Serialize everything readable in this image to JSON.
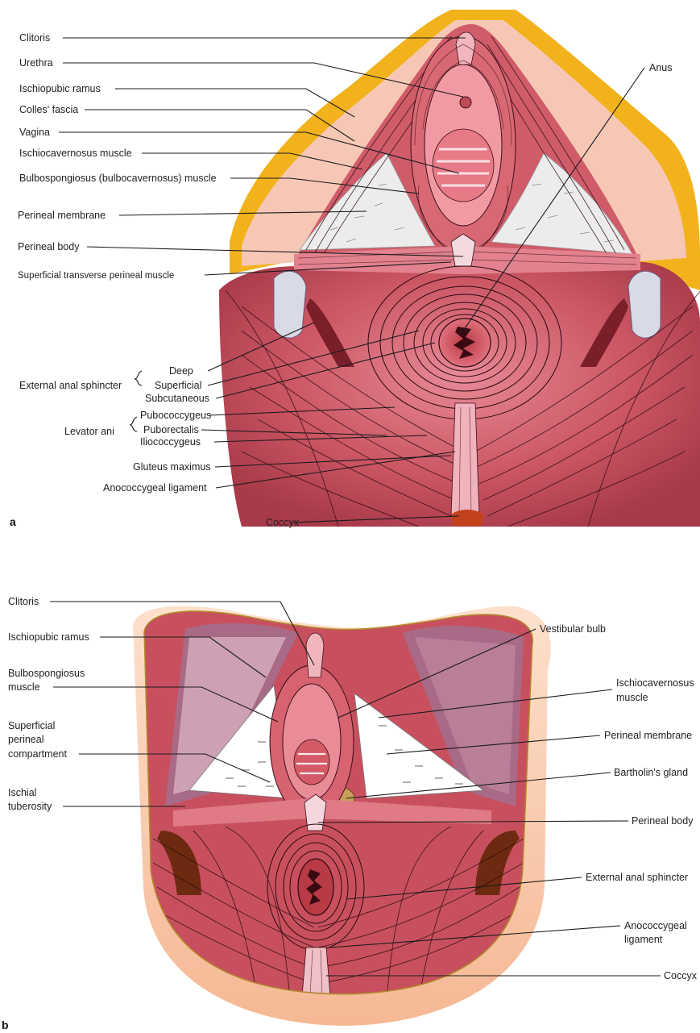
{
  "panel_a": {
    "letter": "a",
    "labels": {
      "clitoris": "Clitoris",
      "urethra": "Urethra",
      "ischiopubic_ramus": "Ischiopubic ramus",
      "colles_fascia": "Colles' fascia",
      "vagina": "Vagina",
      "ischiocavernosus": "Ischiocavernosus muscle",
      "bulbospongiosus": "Bulbospongiosus (bulbocavernosus) muscle",
      "perineal_membrane": "Perineal membrane",
      "perineal_body": "Perineal body",
      "superficial_transverse": "Superficial transverse perineal muscle",
      "anus": "Anus",
      "external_anal_sphincter": "External anal sphincter",
      "deep": "Deep",
      "superficial": "Superficial",
      "subcutaneous": "Subcutaneous",
      "levator_ani": "Levator ani",
      "pubococcygeus": "Pubococcygeus",
      "puborectalis": "Puborectalis",
      "iliococcygeus": "Iliococcygeus",
      "gluteus_maximus": "Gluteus maximus",
      "anococcygeal": "Anococcygeal ligament",
      "coccyx": "Coccyx"
    }
  },
  "panel_b": {
    "letter": "b",
    "labels": {
      "clitoris": "Clitoris",
      "ischiopubic_ramus": "Ischiopubic ramus",
      "bulbospongiosus_1": "Bulbospongiosus",
      "bulbospongiosus_2": "muscle",
      "superficial_perineal_1": "Superficial",
      "superficial_perineal_2": "perineal",
      "superficial_perineal_3": "compartment",
      "ischial_tuberosity_1": "Ischial",
      "ischial_tuberosity_2": "tuberosity",
      "vestibular_bulb": "Vestibular bulb",
      "ischiocavernosus_1": "Ischiocavernosus",
      "ischiocavernosus_2": "muscle",
      "perineal_membrane": "Perineal membrane",
      "bartholins_gland": "Bartholin's gland",
      "perineal_body": "Perineal body",
      "external_anal_sphincter": "External anal sphincter",
      "anococcygeal_1": "Anococcygeal",
      "anococcygeal_2": "ligament",
      "coccyx": "Coccyx"
    }
  },
  "colors": {
    "muscle": "#c8505e",
    "muscle_light": "#e08a94",
    "muscle_dark": "#8e2a38",
    "fat_yellow": "#f2b21c",
    "skin_peach": "#f9cba8",
    "membrane": "#e9e9e9",
    "gland": "#c9a05a",
    "outline_gold": "#b18a2a"
  }
}
